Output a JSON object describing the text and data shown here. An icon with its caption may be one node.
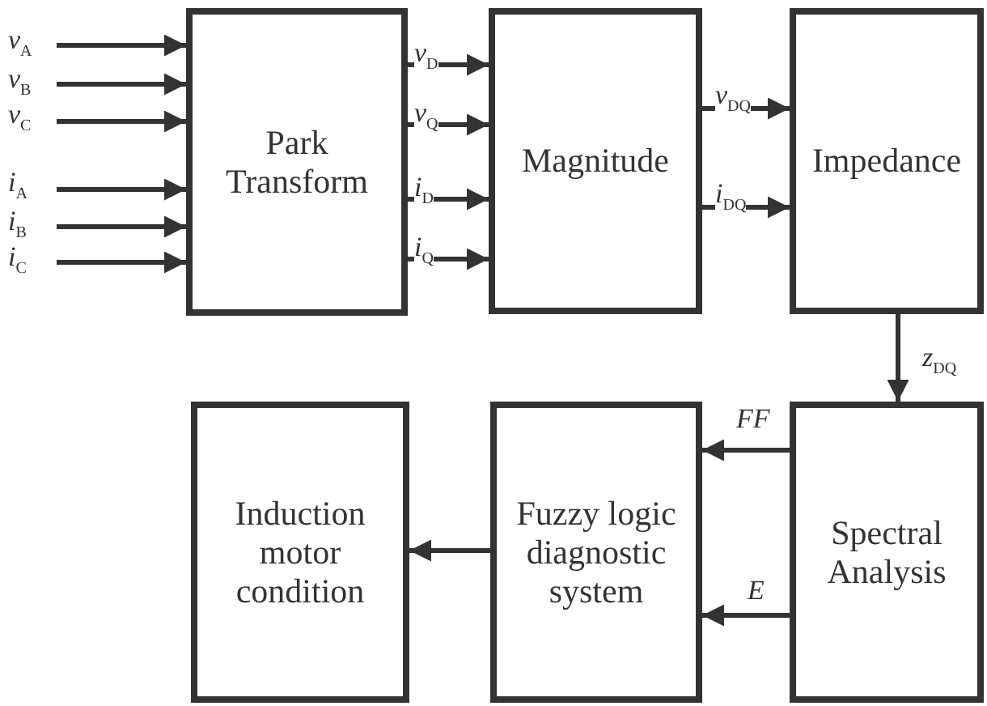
{
  "diagram": {
    "nodes": [
      {
        "text": [
          "Park Transform"
        ]
      },
      {
        "text": [
          "Magnitude"
        ]
      },
      {
        "text": [
          "Impedance"
        ]
      },
      {
        "text": [
          "Spectral Analysis"
        ]
      },
      {
        "text": [
          "Fuzzy logic diagnostic system"
        ]
      },
      {
        "text": [
          "Induction motor condition"
        ]
      }
    ],
    "edges": [
      {
        "from": null,
        "to": 0,
        "arrow": "to",
        "label": "v$_{A}$"
      },
      {
        "from": null,
        "to": 0,
        "arrow": "to",
        "label": "v$_{B}$"
      },
      {
        "from": null,
        "to": 0,
        "arrow": "to",
        "label": "v$_{C}$"
      },
      {
        "from": null,
        "to": 0,
        "arrow": "to",
        "label": "i$_{A}$"
      },
      {
        "from": null,
        "to": 0,
        "arrow": "to",
        "label": "i$_{B}$"
      },
      {
        "from": null,
        "to": 0,
        "arrow": "to",
        "label": "i$_{C}$"
      },
      {
        "from": 0,
        "to": 1,
        "arrow": "to",
        "label": "v$_{D}$"
      },
      {
        "from": 0,
        "to": 1,
        "arrow": "to",
        "label": "v$_{Q}$"
      },
      {
        "from": 0,
        "to": 1,
        "arrow": "to",
        "label": "i$_{D}$"
      },
      {
        "from": 0,
        "to": 1,
        "arrow": "to",
        "label": "i$_{Q}$"
      },
      {
        "from": 1,
        "to": 2,
        "arrow": "to",
        "label": "v$_{DQ}$"
      },
      {
        "from": 1,
        "to": 2,
        "arrow": "to",
        "label": "i$_{DQ}$"
      },
      {
        "from": 2,
        "to": 3,
        "arrow": "to",
        "label": "z$_{DQ}$"
      },
      {
        "from": 3,
        "to": 4,
        "arrow": "to",
        "label": "FF"
      },
      {
        "from": 3,
        "to": 4,
        "arrow": "to",
        "label": "E"
      },
      {
        "from": 4,
        "to": 5,
        "arrow": "to"
      }
    ]
  }
}
